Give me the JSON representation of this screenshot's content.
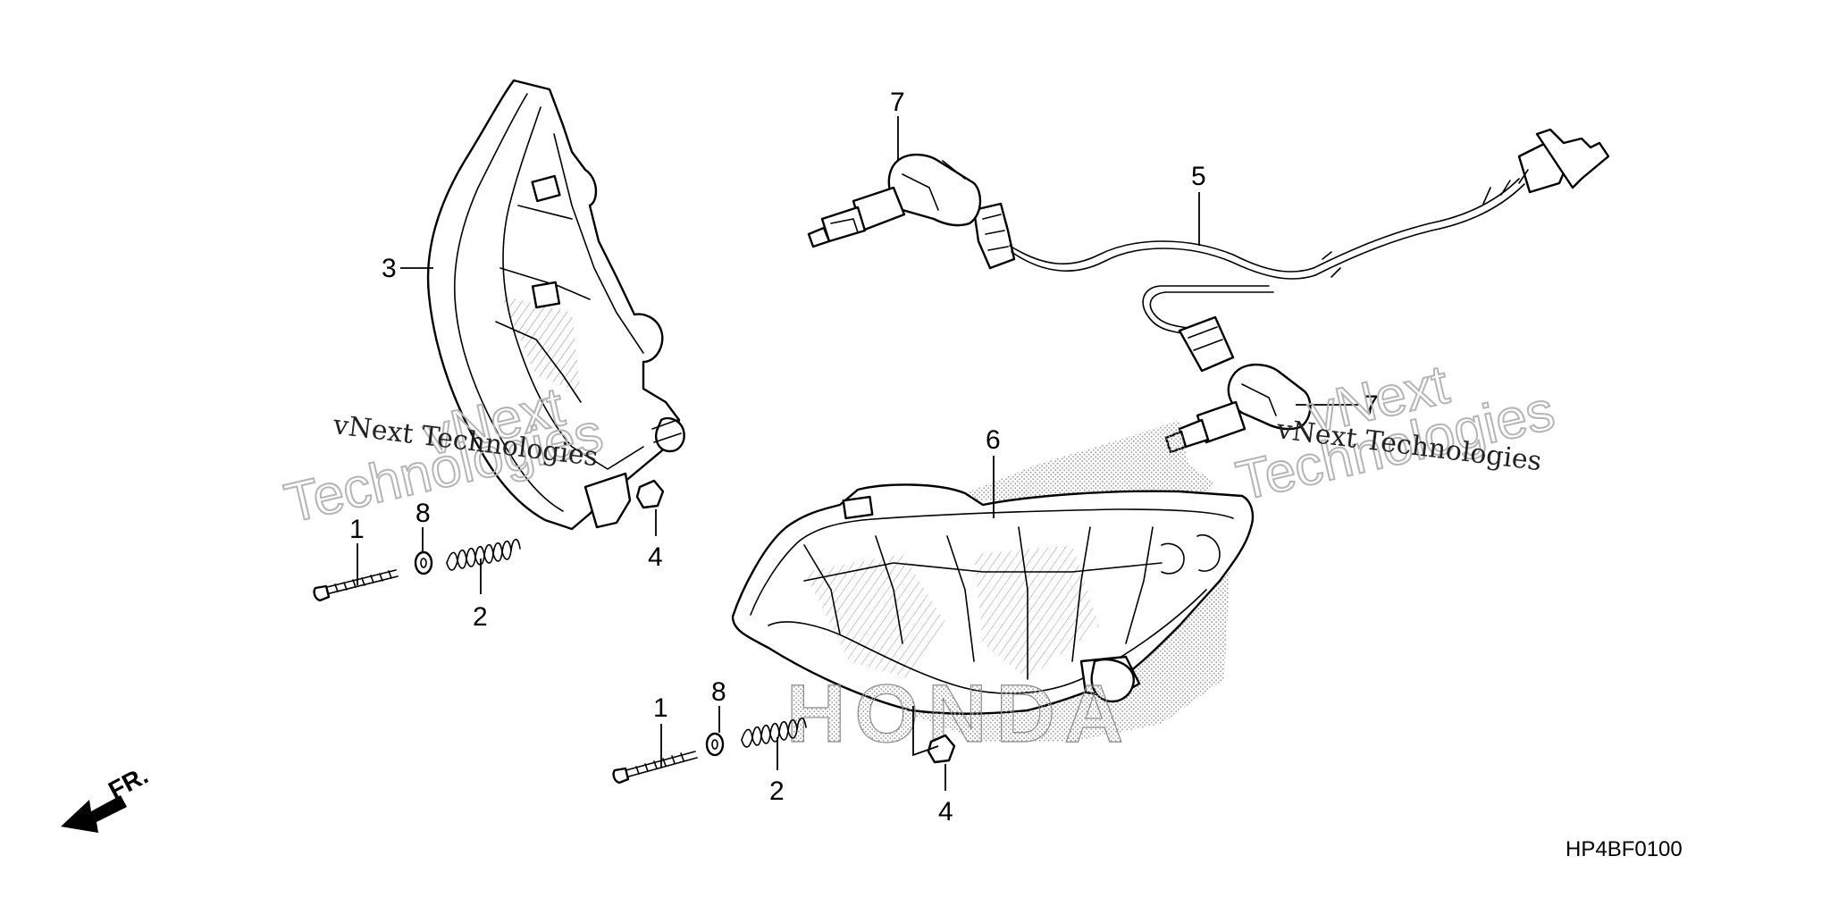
{
  "diagram": {
    "code": "HP4BF0100",
    "direction_label": "FR.",
    "logo_text": "HONDA",
    "colors": {
      "line": "#000000",
      "background": "#ffffff",
      "watermark": "#b5b5b5",
      "stipple": "#9a9a9a"
    },
    "callouts": {
      "left_unit": {
        "one": "1",
        "two": "2",
        "three": "3",
        "four": "4",
        "eight": "8"
      },
      "right_unit": {
        "one": "1",
        "two": "2",
        "four": "4",
        "five": "5",
        "six": "6",
        "eight": "8"
      },
      "bulbs": {
        "upper": "7",
        "lower": "7"
      }
    },
    "watermarks": [
      {
        "small": "vNext Technologies",
        "big_top": "vNext",
        "big_bottom": "Technologies"
      },
      {
        "small": "vNext Technologies",
        "big_top": "vNext",
        "big_bottom": "Technologies"
      }
    ]
  }
}
